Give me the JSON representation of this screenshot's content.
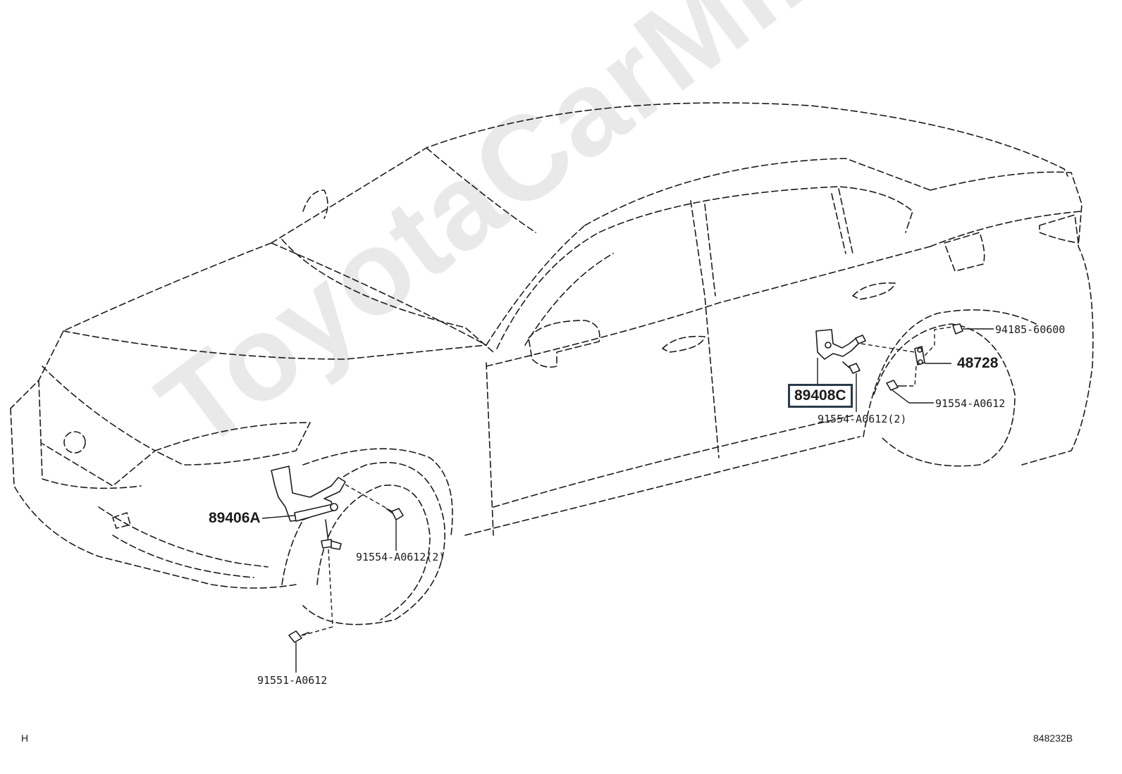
{
  "watermark": "ToyotaCarMine.ru",
  "parts": {
    "front_sensor": "89406A",
    "front_bolt_pair": "91554-A0612(2)",
    "front_lower_bolt": "91551-A0612",
    "rear_sensor": "89408C",
    "rear_bolt_pair": "91554-A0612(2)",
    "rear_link": "48728",
    "rear_nut": "94185-60600",
    "rear_bolt": "91554-A0612"
  },
  "corner": {
    "left_code": "H",
    "diagram_id": "848232B"
  },
  "colors": {
    "line": "#1c1c1c",
    "highlight_box": "#2a3a4a",
    "watermark": "#e9e9e9"
  }
}
